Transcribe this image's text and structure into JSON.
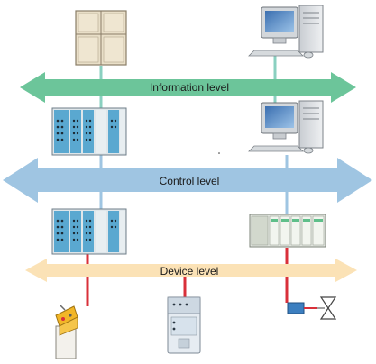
{
  "levels": {
    "information": "Information level",
    "control": "Control level",
    "device": "Device level"
  },
  "colors": {
    "information_arrow": "#6cc59a",
    "control_arrow": "#9fc5e2",
    "device_arrow": "#fbe2b6",
    "info_link": "#8ad0c0",
    "control_link": "#9fc5e2",
    "device_link": "#d9303a",
    "plc_blue": "#5aa8d0"
  },
  "icons": [
    "server-cabinet-icon",
    "workstation-computer-icon",
    "plc-rack-icon",
    "remote-io-module-icon",
    "sensor-device-icon",
    "motor-starter-icon",
    "valve-actuator-icon"
  ]
}
